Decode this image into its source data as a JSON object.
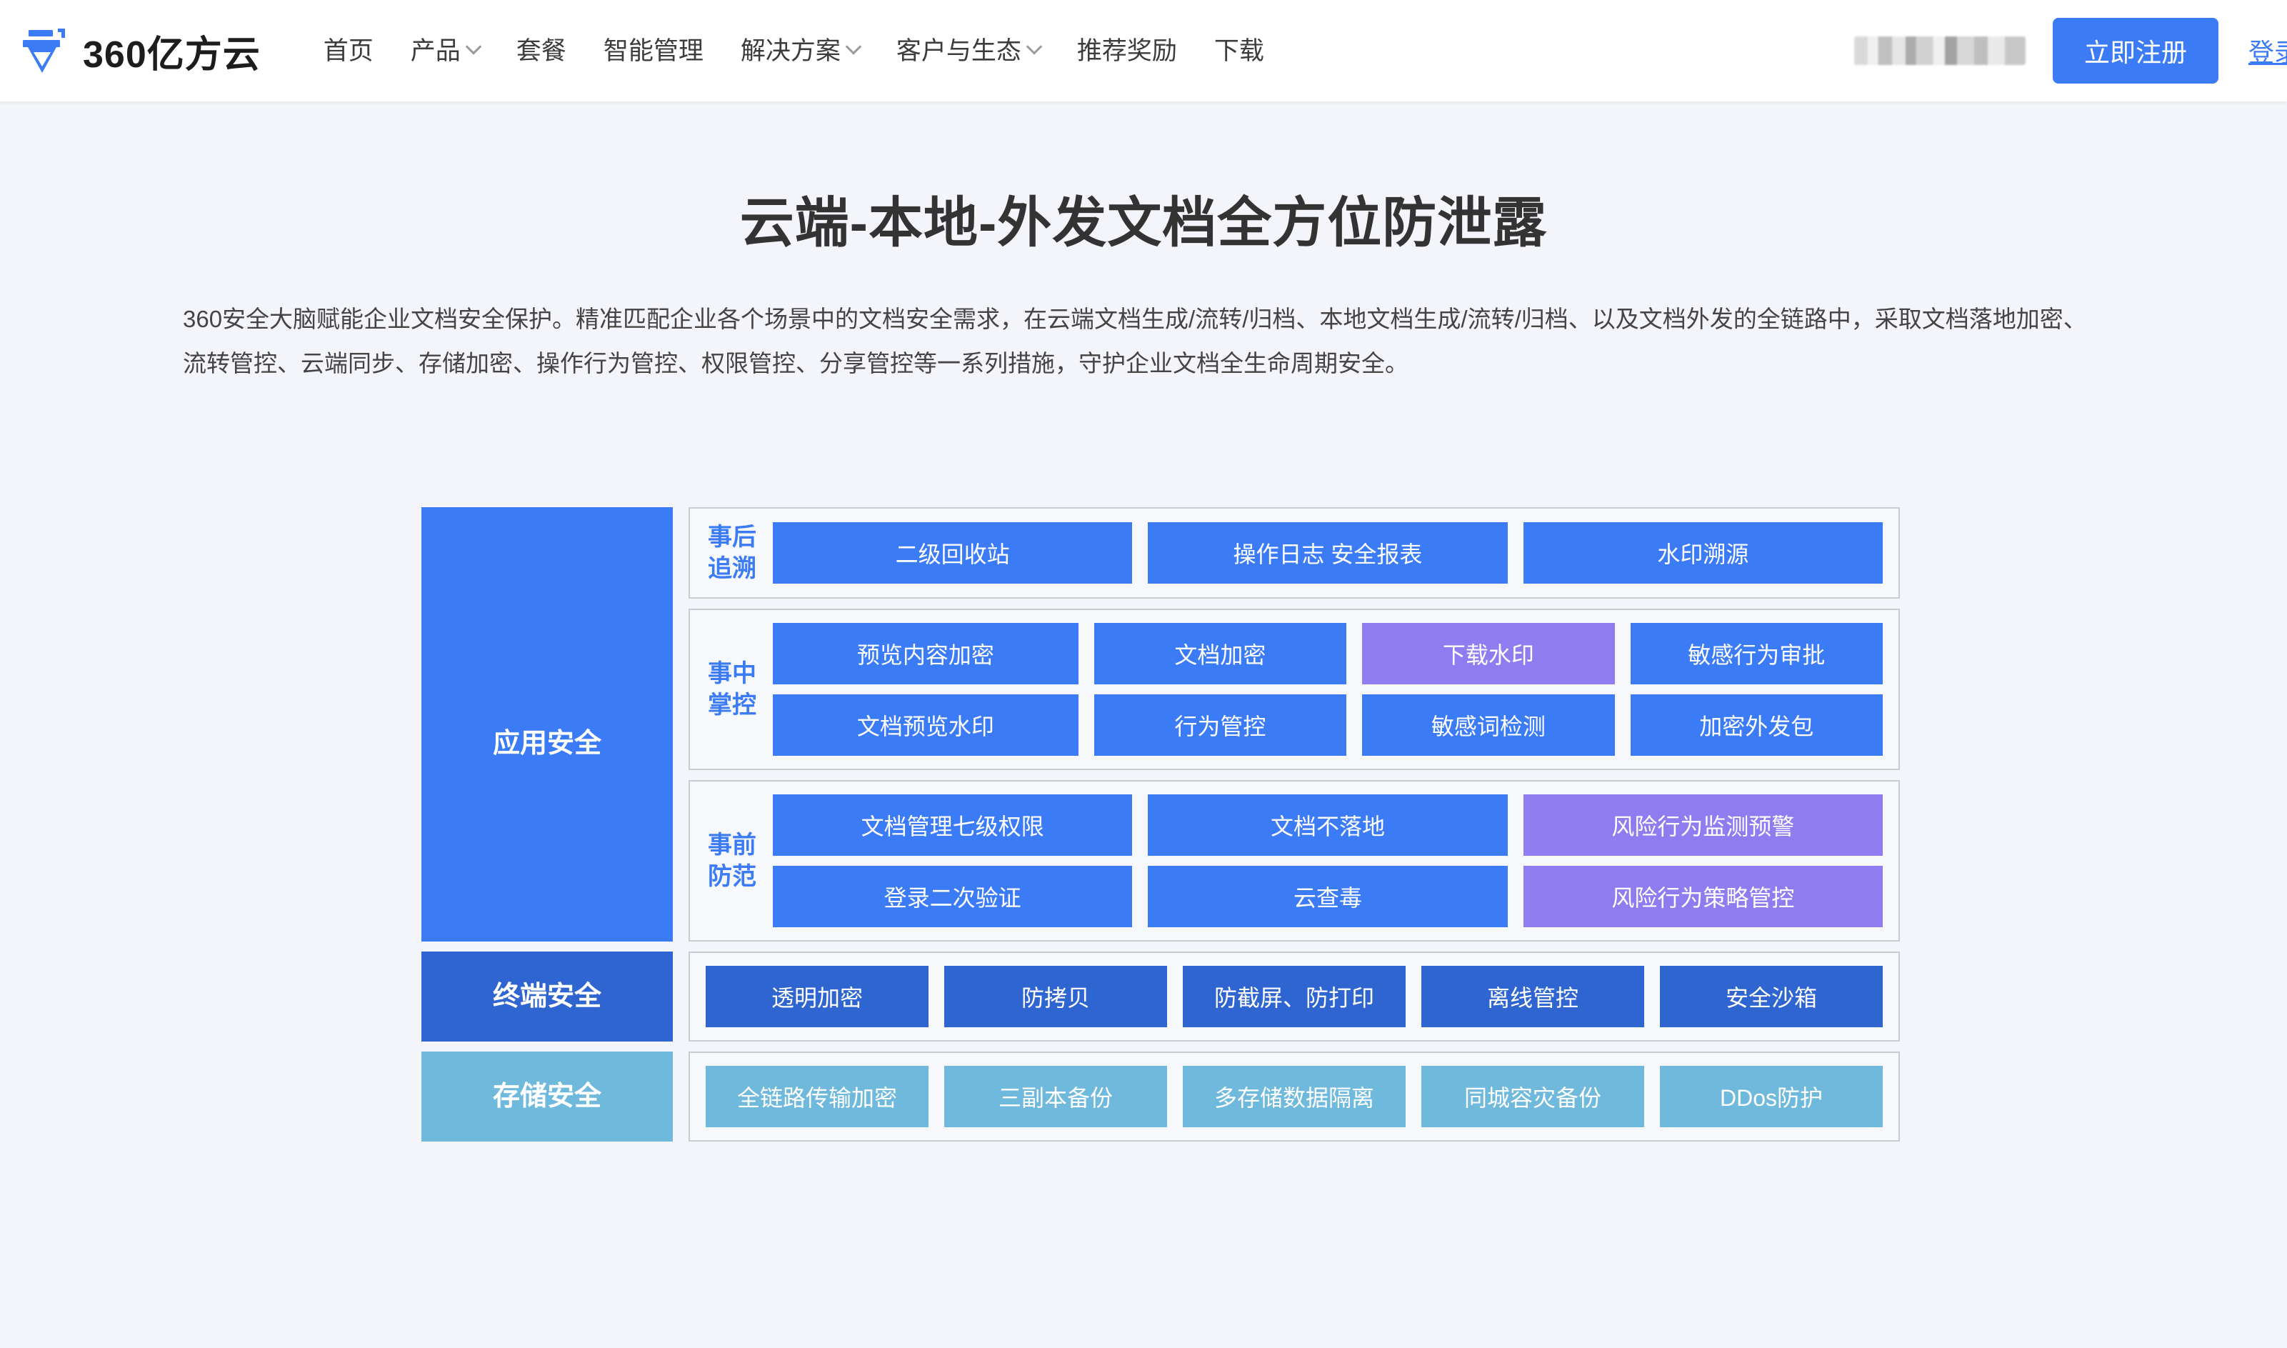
{
  "header": {
    "brand_name": "360亿方云",
    "logo_icon": "yifangyun-logo-icon",
    "nav": [
      {
        "label": "首页",
        "has_dropdown": false
      },
      {
        "label": "产品",
        "has_dropdown": true
      },
      {
        "label": "套餐",
        "has_dropdown": false
      },
      {
        "label": "智能管理",
        "has_dropdown": false
      },
      {
        "label": "解决方案",
        "has_dropdown": true
      },
      {
        "label": "客户与生态",
        "has_dropdown": true
      },
      {
        "label": "推荐奖励",
        "has_dropdown": false
      },
      {
        "label": "下载",
        "has_dropdown": false
      }
    ],
    "contact_redacted": "",
    "register_label": "立即注册",
    "login_label": "登录"
  },
  "main": {
    "title": "云端-本地-外发文档全方位防泄露",
    "description": "360安全大脑赋能企业文档安全保护。精准匹配企业各个场景中的文档安全需求，在云端文档生成/流转/归档、本地文档生成/流转/归档、以及文档外发的全链路中，采取文档落地加密、流转管控、云端同步、存储加密、操作行为管控、权限管控、分享管控等一系列措施，守护企业文档全生命周期安全。"
  },
  "diagram": {
    "bands": [
      {
        "label": "应用\n安全",
        "label_color": "#3b7cf6",
        "phases": [
          {
            "label": "事后\n追溯",
            "rows": [
              [
                {
                  "text": "二级回收站",
                  "color": "blue"
                },
                {
                  "text": "操作日志  安全报表",
                  "color": "blue"
                },
                {
                  "text": "水印溯源",
                  "color": "blue"
                }
              ]
            ]
          },
          {
            "label": "事中\n掌控",
            "rows": [
              [
                {
                  "text": "预览内容加密",
                  "color": "blue"
                },
                {
                  "text": "文档加密",
                  "color": "blue"
                },
                {
                  "text": "下载水印",
                  "color": "purple"
                },
                {
                  "text": "敏感行为审批",
                  "color": "blue"
                }
              ],
              [
                {
                  "text": "文档预览水印",
                  "color": "blue"
                },
                {
                  "text": "行为管控",
                  "color": "blue"
                },
                {
                  "text": "敏感词检测",
                  "color": "blue"
                },
                {
                  "text": "加密外发包",
                  "color": "blue"
                }
              ]
            ]
          },
          {
            "label": "事前\n防范",
            "rows": [
              [
                {
                  "text": "文档管理七级权限",
                  "color": "blue"
                },
                {
                  "text": "文档不落地",
                  "color": "blue"
                },
                {
                  "text": "风险行为监测预警",
                  "color": "purple"
                }
              ],
              [
                {
                  "text": "登录二次验证",
                  "color": "blue"
                },
                {
                  "text": "云查毒",
                  "color": "blue"
                },
                {
                  "text": "风险行为策略管控",
                  "color": "purple"
                }
              ]
            ]
          }
        ]
      },
      {
        "label": "终端安全",
        "label_color": "#2f65d0",
        "phases": [
          {
            "label": "",
            "rows": [
              [
                {
                  "text": "透明加密",
                  "color": "deep"
                },
                {
                  "text": "防拷贝",
                  "color": "deep"
                },
                {
                  "text": "防截屏、防打印",
                  "color": "deep"
                },
                {
                  "text": "离线管控",
                  "color": "deep"
                },
                {
                  "text": "安全沙箱",
                  "color": "deep"
                }
              ]
            ]
          }
        ]
      },
      {
        "label": "存储安全",
        "label_color": "#6fb9dc",
        "phases": [
          {
            "label": "",
            "rows": [
              [
                {
                  "text": "全链路传输加密",
                  "color": "light"
                },
                {
                  "text": "三副本备份",
                  "color": "light"
                },
                {
                  "text": "多存储数据隔离",
                  "color": "light"
                },
                {
                  "text": "同城容灾备份",
                  "color": "light"
                },
                {
                  "text": "DDos防护",
                  "color": "light"
                }
              ]
            ]
          }
        ]
      }
    ]
  },
  "colors": {
    "brand_blue": "#3b7cf6",
    "deep_blue": "#2f65d0",
    "light_blue": "#6fb9dc",
    "purple": "#8f7cf0",
    "page_bg": "#f4f5fa",
    "panel_bg": "#f7f8fc",
    "panel_border": "#c9cbd0"
  }
}
